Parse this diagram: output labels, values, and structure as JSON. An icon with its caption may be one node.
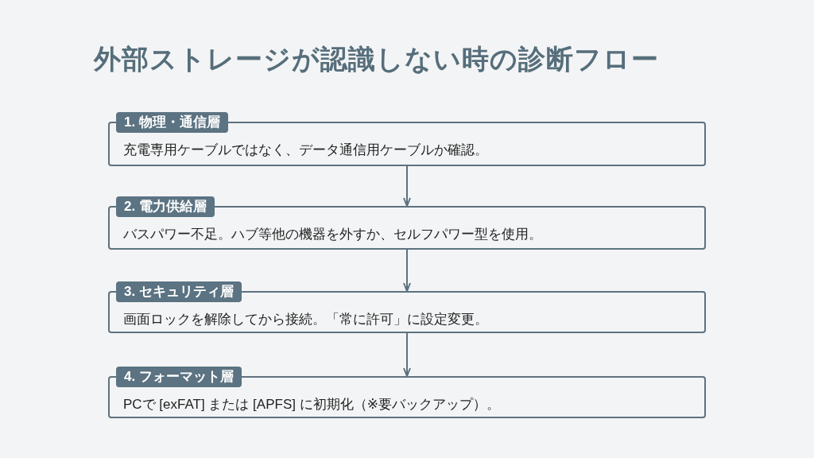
{
  "diagram": {
    "title": "外部ストレージが認識しない時の診断フロー",
    "nodes": [
      {
        "text": [
          "1. 物理・通信層",
          "充電専用ケーブルではなく、データ通信用ケーブルか確認。"
        ]
      },
      {
        "text": [
          "2. 電力供給層",
          "バスパワー不足。ハブ等他の機器を外すか、セルフパワー型を使用。"
        ]
      },
      {
        "text": [
          "3. セキュリティ層",
          "画面ロックを解除してから接続。「常に許可」に設定変更。"
        ]
      },
      {
        "text": [
          "4. フォーマット層",
          "PCで [exFAT] または [APFS] に初期化（※要バックアップ）。"
        ]
      }
    ],
    "edges": [
      {
        "from": 0,
        "to": 1,
        "arrow": "to"
      },
      {
        "from": 1,
        "to": 2,
        "arrow": "to"
      },
      {
        "from": 2,
        "to": 3,
        "arrow": "to"
      }
    ]
  }
}
